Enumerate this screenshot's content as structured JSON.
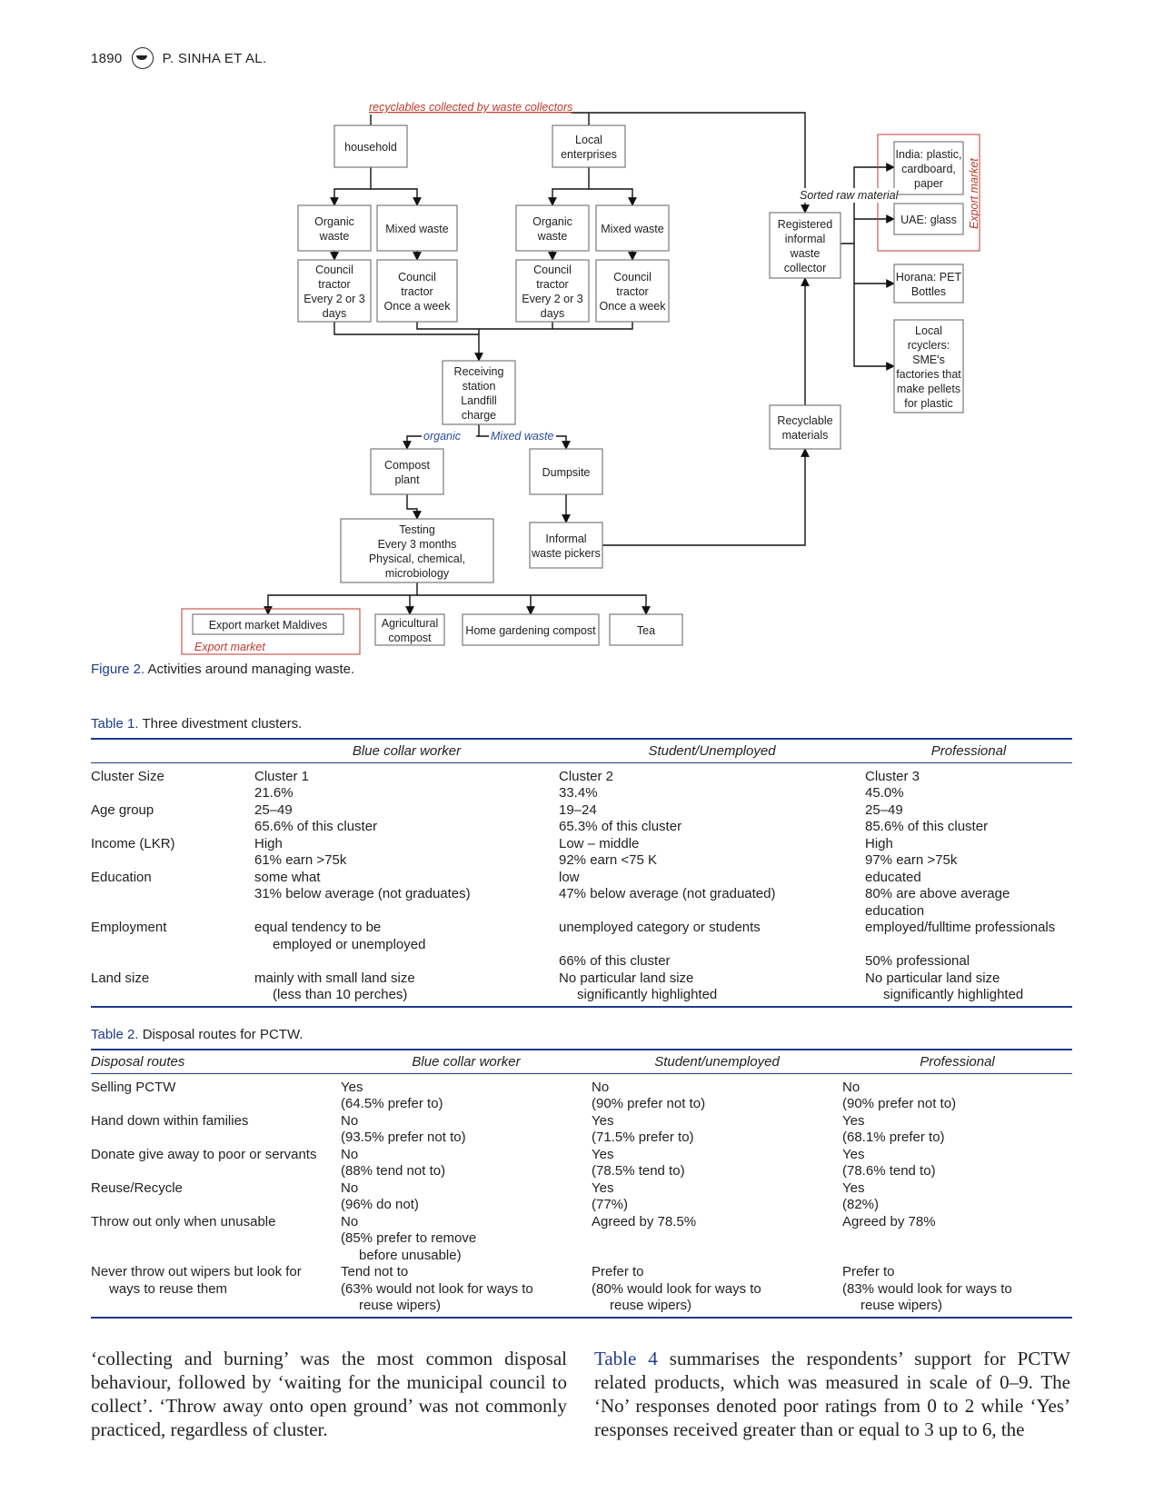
{
  "header": {
    "page_number": "1890",
    "authors": "P. SINHA ET AL."
  },
  "figure": {
    "label": "Figure 2.",
    "caption": "Activities around managing waste.",
    "nodes": {
      "household": "household",
      "local_enterprises": [
        "Local",
        "enterprises"
      ],
      "organic_waste_1": [
        "Organic",
        "waste"
      ],
      "mixed_waste_1": "Mixed waste",
      "organic_waste_2": [
        "Organic",
        "waste"
      ],
      "mixed_waste_2": "Mixed waste",
      "council_tractor_1": [
        "Council",
        "tractor",
        "Every 2 or 3",
        "days"
      ],
      "council_tractor_2": [
        "Council",
        "tractor",
        "Once a week"
      ],
      "council_tractor_3": [
        "Council",
        "tractor",
        "Every 2 or 3",
        "days"
      ],
      "council_tractor_4": [
        "Council",
        "tractor",
        "Once a week"
      ],
      "receiving_station": [
        "Receiving",
        "station",
        "Landfill",
        "charge"
      ],
      "compost_plant": [
        "Compost",
        "plant"
      ],
      "dumpsite": "Dumpsite",
      "testing": [
        "Testing",
        "Every 3 months",
        "Physical, chemical,",
        "microbiology"
      ],
      "informal_pickers": [
        "Informal",
        "waste pickers"
      ],
      "export_maldives": "Export market Maldives",
      "agricultural_compost": [
        "Agricultural",
        "compost"
      ],
      "home_gardening": "Home gardening compost",
      "tea": "Tea",
      "registered_collector": [
        "Registered",
        "informal",
        "waste",
        "collector"
      ],
      "recyclable_materials": [
        "Recyclable",
        "materials"
      ],
      "india": [
        "India: plastic,",
        "cardboard,",
        "paper"
      ],
      "uae": "UAE: glass",
      "horana": [
        "Horana: PET",
        "Bottles"
      ],
      "local_recyclers": [
        "Local",
        "rcyclers:",
        "SME's",
        "factories that",
        "make pellets",
        "for plastic"
      ]
    },
    "edge_labels": {
      "recyclables": "recyclables collected by waste collectors",
      "sorted_raw": "Sorted raw material",
      "organic": "organic",
      "mixed_waste": "Mixed waste",
      "export_market_bottom": "Export market",
      "export_market_side": "Export market"
    },
    "colors": {
      "red": "#c0392b",
      "blue": "#2c4a9a",
      "box": "#7a7a7a"
    }
  },
  "table1": {
    "label": "Table 1.",
    "caption": "Three divestment clusters.",
    "headers": [
      "",
      "Blue collar worker",
      "Student/Unemployed",
      "Professional"
    ],
    "rows": [
      {
        "label": "Cluster Size",
        "cells": [
          [
            "Cluster 1",
            "21.6%"
          ],
          [
            "Cluster 2",
            "33.4%"
          ],
          [
            "Cluster 3",
            "45.0%"
          ]
        ]
      },
      {
        "label": "Age group",
        "cells": [
          [
            "25–49",
            "65.6% of this cluster"
          ],
          [
            "19–24",
            "65.3% of this cluster"
          ],
          [
            "25–49",
            "85.6% of this cluster"
          ]
        ]
      },
      {
        "label": "Income (LKR)",
        "cells": [
          [
            "High",
            "61% earn >75k"
          ],
          [
            "Low – middle",
            "92% earn <75 K"
          ],
          [
            "High",
            "97% earn >75k"
          ]
        ]
      },
      {
        "label": "Education",
        "cells": [
          [
            "some what",
            "31% below average (not graduates)"
          ],
          [
            "low",
            "47% below average (not graduated)"
          ],
          [
            "educated",
            "80% are above average education"
          ]
        ]
      },
      {
        "label": "Employment",
        "cells": [
          [
            "equal tendency to be",
            "  employed or unemployed"
          ],
          [
            "unemployed category or students",
            "",
            "66% of this cluster"
          ],
          [
            "employed/fulltime professionals",
            "",
            "50% professional"
          ]
        ]
      },
      {
        "label": "Land size",
        "cells": [
          [
            "mainly with small land size",
            "  (less than 10 perches)"
          ],
          [
            "No particular land size",
            "  significantly highlighted"
          ],
          [
            "No particular land size",
            "  significantly highlighted"
          ]
        ]
      }
    ]
  },
  "table2": {
    "label": "Table 2.",
    "caption": "Disposal routes for PCTW.",
    "headers": [
      "Disposal routes",
      "Blue collar worker",
      "Student/unemployed",
      "Professional"
    ],
    "rows": [
      {
        "label": [
          "Selling PCTW"
        ],
        "cells": [
          [
            "Yes",
            "(64.5% prefer to)"
          ],
          [
            "No",
            "(90% prefer not to)"
          ],
          [
            "No",
            "(90% prefer not to)"
          ]
        ]
      },
      {
        "label": [
          "Hand down within families"
        ],
        "cells": [
          [
            "No",
            "(93.5% prefer not to)"
          ],
          [
            "Yes",
            "(71.5% prefer to)"
          ],
          [
            "Yes",
            "(68.1% prefer to)"
          ]
        ]
      },
      {
        "label": [
          "Donate give away to poor or servants"
        ],
        "cells": [
          [
            "No",
            "(88% tend not to)"
          ],
          [
            "Yes",
            "(78.5% tend to)"
          ],
          [
            "Yes",
            "(78.6% tend to)"
          ]
        ]
      },
      {
        "label": [
          "Reuse/Recycle"
        ],
        "cells": [
          [
            "No",
            "(96% do not)"
          ],
          [
            "Yes",
            "(77%)"
          ],
          [
            "Yes",
            "(82%)"
          ]
        ]
      },
      {
        "label": [
          "Throw out only when unusable"
        ],
        "cells": [
          [
            "No",
            "(85% prefer to remove",
            "  before unusable)"
          ],
          [
            "Agreed by 78.5%"
          ],
          [
            "Agreed by 78%"
          ]
        ]
      },
      {
        "label": [
          "Never throw out wipers but look for",
          "  ways to reuse them"
        ],
        "cells": [
          [
            "Tend not to",
            "(63% would not look for ways to",
            "  reuse wipers)"
          ],
          [
            "Prefer to",
            "(80% would look for ways to",
            "  reuse wipers)"
          ],
          [
            "Prefer to",
            "(83% would look for ways to",
            "  reuse wipers)"
          ]
        ]
      }
    ]
  },
  "body": {
    "left": "‘collecting and burning’ was the most common disposal behaviour, followed by ‘waiting for the municipal council to collect’. ‘Throw away onto open ground’ was not commonly practiced, regardless of cluster.",
    "right_link": "Table 4",
    "right": " summarises the respondents’ support for PCTW related products, which was measured in scale of 0–9. The ‘No’ responses denoted poor ratings from 0 to 2 while ‘Yes’ responses received greater than or equal to 3 up to 6, the"
  }
}
